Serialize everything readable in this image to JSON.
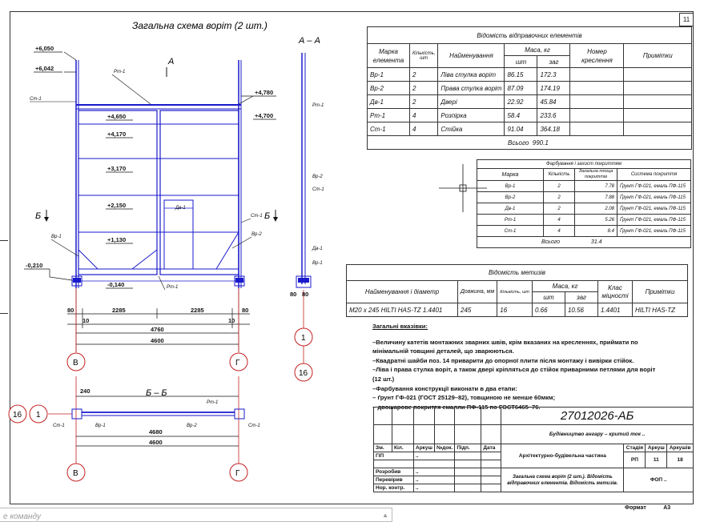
{
  "sheet_number": "11",
  "drawing": {
    "title": "Загальна схема воріт (2 шт.)",
    "section_aa": "А – А",
    "section_bb": "Б – Б",
    "label_a": "А",
    "label_b": "Б",
    "levels": [
      "+6,050",
      "+6,042",
      "+4,780",
      "+4,700",
      "+4,650",
      "+4,170",
      "+3,170",
      "+2,150",
      "+1,130",
      "-0,210",
      "-0,140"
    ],
    "element_tags": [
      "Рт-1",
      "Ст-1",
      "Вр-1",
      "Вр-2",
      "Дв-1"
    ],
    "dimensions": [
      "80",
      "2285",
      "2285",
      "80",
      "10",
      "4760",
      "10",
      "4600",
      "240",
      "4680",
      "4600",
      "80",
      "80"
    ],
    "axes": [
      "1",
      "16",
      "В",
      "Г"
    ]
  },
  "elements_table": {
    "title": "Відомість відправочних елементів",
    "headers": [
      "Марка елемента",
      "Кількість, шт",
      "Найменування",
      "Маса, кг",
      "шт",
      "заг",
      "Номер креслення",
      "Примітки"
    ],
    "rows": [
      [
        "Вр-1",
        "2",
        "Ліва стулка воріт",
        "86.15",
        "172.3"
      ],
      [
        "Вр-2",
        "2",
        "Права стулка воріт",
        "87.09",
        "174.19"
      ],
      [
        "Дв-1",
        "2",
        "Двері",
        "22.92",
        "45.84"
      ],
      [
        "Рт-1",
        "4",
        "Розпірка",
        "58.4",
        "233.6"
      ],
      [
        "Ст-1",
        "4",
        "Стійка",
        "91.04",
        "364.18"
      ]
    ],
    "total_label": "Всього",
    "total_value": "990.1"
  },
  "paint_table": {
    "title": "Фарбування і захист покриттям",
    "headers": [
      "Марка",
      "Кількість",
      "Загальна площа покриттів",
      "Система покриття"
    ],
    "rows": [
      [
        "Вр-1",
        "2",
        "7.78",
        "Ґрунт ГФ-021, емаль ПФ-115"
      ],
      [
        "Вр-2",
        "2",
        "7.88",
        "Ґрунт ГФ-021, емаль ПФ-115"
      ],
      [
        "Дв-1",
        "2",
        "2.08",
        "Ґрунт ГФ-021, емаль ПФ-115"
      ],
      [
        "Рт-1",
        "4",
        "5.26",
        "Ґрунт ГФ-021, емаль ПФ-115"
      ],
      [
        "Ст-1",
        "4",
        "8.4",
        "Ґрунт ГФ-021, емаль ПФ-115"
      ]
    ],
    "total_label": "Всього",
    "total_value": "31.4"
  },
  "bolt_table": {
    "title": "Відомість метизів",
    "headers": [
      "Найменування і діаметр",
      "Довжина, мм",
      "Кількість, шт",
      "Маса, кг",
      "шт",
      "заг",
      "Клас міцності",
      "Примітки"
    ],
    "row": [
      "M20 x 245 HILTI HAS-TZ 1.4401",
      "245",
      "16",
      "0.66",
      "10.56",
      "1.4401",
      "HILTI HAS-TZ"
    ]
  },
  "notes": {
    "title": "Загальні вказівки:",
    "lines": [
      "–Величину катетів монтажних зварних швів, крім вказаних на кресленнях, приймати по",
      "мінімальній товщині деталей, що зварюються.",
      "–Квадратні шайби поз. 14 приварити до опорної плити після монтажу і вивірки стійок.",
      "–Ліва і права стулка воріт, а також двері кріпляться до стійок приварними петлями для воріт",
      "(12 шт.)",
      "–Фарбування конструкції виконати в два етапи:",
      "–        ґрунт ГФ-021 (ГОСТ 25129–82), товщиною не менше 60мкм;",
      "–     двошарове покриття емалли ПФ-115 по ГОСТ6465–76."
    ]
  },
  "stamp": {
    "code": "27012026-АБ",
    "project": "Будівництво ангару – критий ток ..",
    "section_name": "Архітектурно-будівельна частина",
    "sheet_desc": "Загальна схема воріт (2 шт.). Відомість відправочних елементів. Відомість метизів.",
    "org": "ФОП ..",
    "stage_label": "Стадія",
    "sheet_label": "Аркуш",
    "sheets_label": "Аркушів",
    "stage": "РП",
    "sheet": "11",
    "sheets": "18",
    "col_headers": [
      "Зм.",
      "Кіл.",
      "Аркуш",
      "№док.",
      "Підп.",
      "Дата"
    ],
    "roles": [
      "ГІП",
      "Розробив",
      "Перевірив",
      "Нор. контр."
    ],
    "names": [
      "..",
      "..",
      "..",
      ".."
    ],
    "format_label": "Формат",
    "format_value": "А3"
  },
  "command_line": {
    "placeholder": "е команду"
  },
  "colors": {
    "line_blue": "#1a1acc",
    "axis_red": "#c22222",
    "text": "#111111"
  }
}
